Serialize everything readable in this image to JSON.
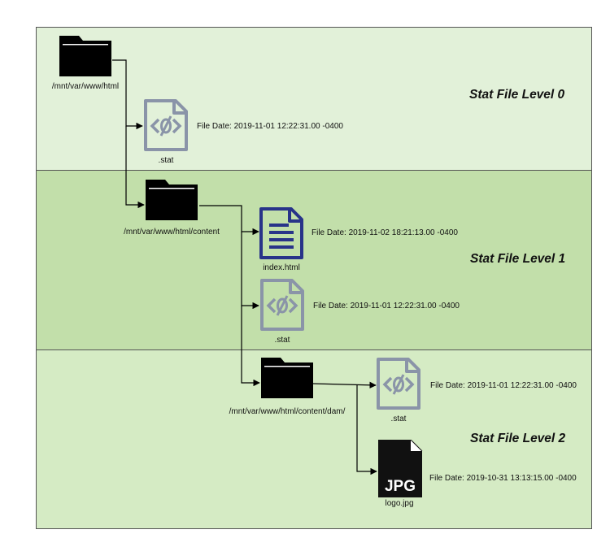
{
  "levels": [
    {
      "title": "Stat File Level 0"
    },
    {
      "title": "Stat File Level 1"
    },
    {
      "title": "Stat File Level 2"
    }
  ],
  "nodes": {
    "root_folder": {
      "label": "/mnt/var/www/html",
      "icon": "folder-icon"
    },
    "stat0": {
      "label": ".stat",
      "date": "File Date: 2019-11-01 12:22:31.00 -0400",
      "icon": "stat-file-icon"
    },
    "content_folder": {
      "label": "/mnt/var/www/html/content",
      "icon": "folder-icon"
    },
    "index_html": {
      "label": "index.html",
      "date": "File Date: 2019-11-02 18:21:13.00 -0400",
      "icon": "document-icon"
    },
    "stat1": {
      "label": ".stat",
      "date": "File Date: 2019-11-01 12:22:31.00 -0400",
      "icon": "stat-file-icon"
    },
    "dam_folder": {
      "label": "/mnt/var/www/html/content/dam/",
      "icon": "folder-icon"
    },
    "stat2": {
      "label": ".stat",
      "date": "File Date: 2019-11-01 12:22:31.00 -0400",
      "icon": "stat-file-icon"
    },
    "logo_jpg": {
      "label": "logo.jpg",
      "badge": "JPG",
      "date": "File Date: 2019-10-31 13:13:15.00 -0400",
      "icon": "jpg-file-icon"
    }
  },
  "colors": {
    "level0_bg": "#e2f1d9",
    "level1_bg": "#c2dfaa",
    "level2_bg": "#d5ebc4",
    "stat_icon": "#8a94a8",
    "doc_icon": "#283389",
    "folder": "#000000"
  }
}
